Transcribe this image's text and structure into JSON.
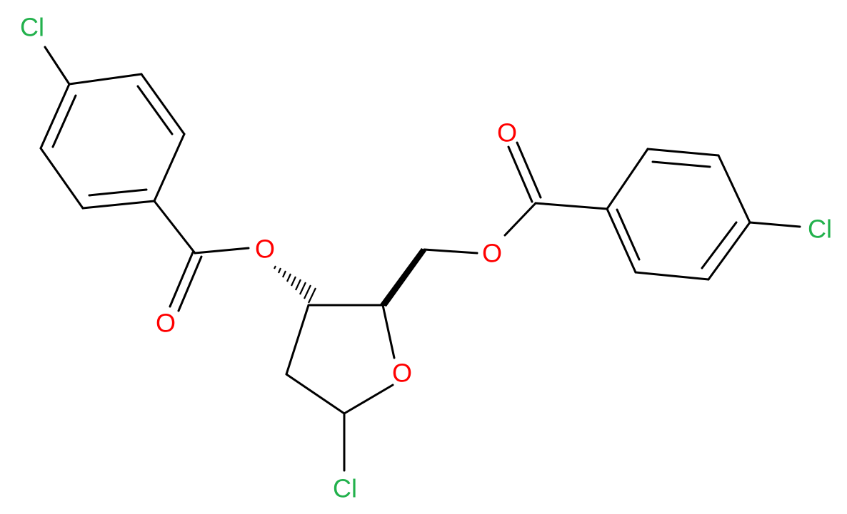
{
  "colors": {
    "bond": "#000000",
    "chlorine": "#22b14c",
    "oxygen": "#ff0000",
    "background": "#ffffff"
  },
  "atom_labels": {
    "cl_top_left": "Cl",
    "o_carbonyl_left": "O",
    "o_ester_left": "O",
    "o_ring": "O",
    "cl_bottom": "Cl",
    "o_ester_right": "O",
    "o_carbonyl_right": "O",
    "cl_right": "Cl"
  }
}
